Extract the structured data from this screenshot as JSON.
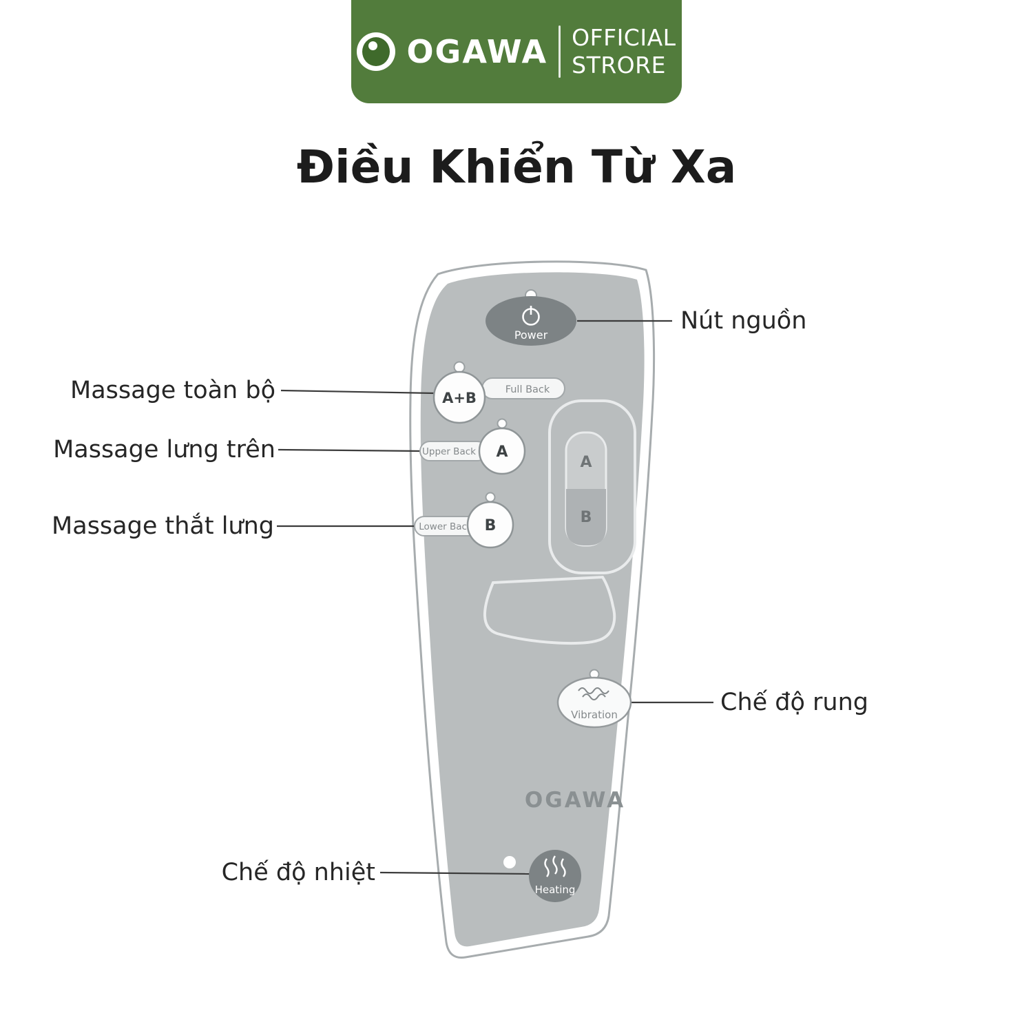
{
  "header": {
    "brand": "OGAWA",
    "store_line1": "OFFICIAL",
    "store_line2": "STRORE"
  },
  "title": "Điều Khiển Từ Xa",
  "remote": {
    "power_label": "Power",
    "full_back_button": "A+B",
    "full_back_pill": "Full Back",
    "upper_back_button": "A",
    "upper_back_pill": "Upper Back",
    "lower_back_button": "B",
    "lower_back_pill": "Lower Back",
    "zone_a": "A",
    "zone_b": "B",
    "vibration_label": "Vibration",
    "heating_label": "Heating",
    "brand": "OGAWA"
  },
  "annotations": {
    "power": "Nút nguồn",
    "full_back": "Massage toàn bộ",
    "upper_back": "Massage lưng trên",
    "lower_back": "Massage thắt lưng",
    "vibration": "Chế độ rung",
    "heating": "Chế độ nhiệt"
  },
  "icons": {
    "logo": "ogawa-eye-logo",
    "power": "power-symbol-icon",
    "vibration": "vibration-waves-icon",
    "heating": "heat-steam-icon"
  },
  "colors": {
    "banner_green": "#527c3c",
    "remote_body_gray": "#b9bdbe",
    "dark_button_gray": "#7d8385",
    "outline_gray": "#a7acae",
    "text_dark": "#1c1c1c",
    "callout_line": "#3b3b3b"
  }
}
